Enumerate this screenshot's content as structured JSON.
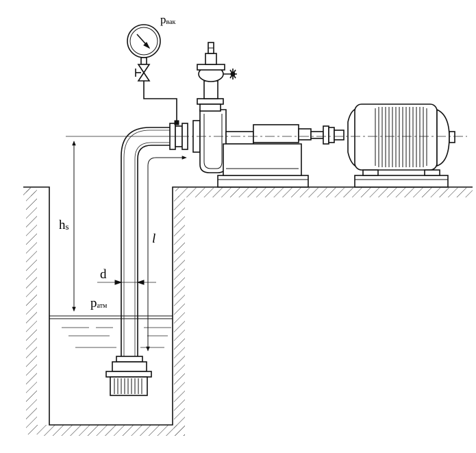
{
  "labels": {
    "p_vac_main": "p",
    "p_vac_sub": "вак",
    "p_atm_main": "p",
    "p_atm_sub": "атм",
    "hs_main": "h",
    "hs_sub": "s",
    "d": "d",
    "l": "l"
  }
}
